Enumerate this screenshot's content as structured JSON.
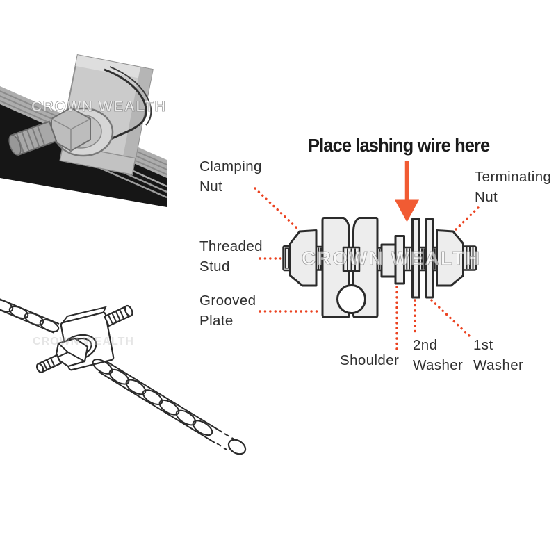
{
  "watermark": {
    "text": "CROWN WEALTH"
  },
  "diagram": {
    "title": "Place lashing wire here",
    "labels": {
      "clamping_nut": "Clamping\nNut",
      "threaded_stud": "Threaded\nStud",
      "grooved_plate": "Grooved\nPlate",
      "terminating_nut": "Terminating\nNut",
      "shoulder": "Shoulder",
      "second_washer": "2nd\nWasher",
      "first_washer": "1st\nWasher"
    },
    "colors": {
      "leader_dots": "#EB4220",
      "arrow": "#F15B33",
      "part_fill": "#EDEDED",
      "part_outline": "#2B2B2B",
      "label_text": "#2F2F2F",
      "title_text": "#1B1B1B",
      "background": "#FFFFFF"
    }
  }
}
